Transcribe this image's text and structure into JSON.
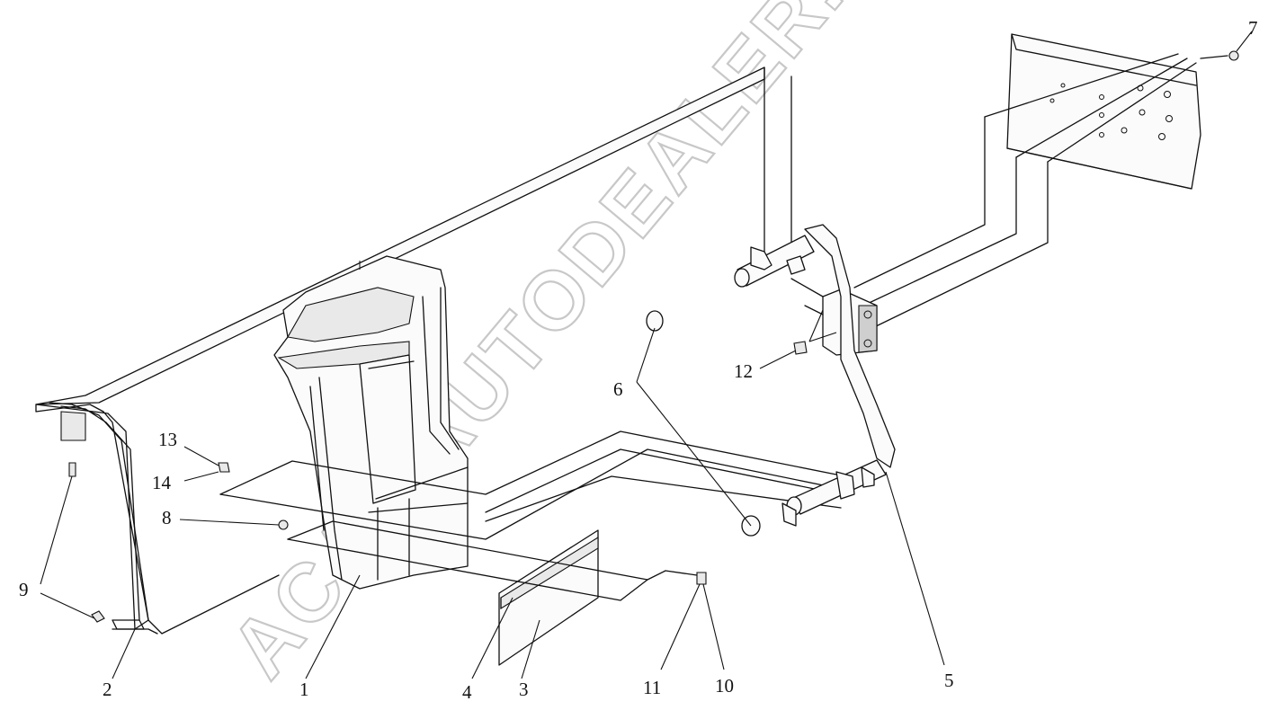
{
  "watermark": "ACAT-AUTODEALER.RU",
  "callouts": {
    "c1": "1",
    "c2": "2",
    "c3": "3",
    "c4": "4",
    "c5": "5",
    "c6": "6",
    "c7": "7",
    "c8": "8",
    "c9": "9",
    "c10": "10",
    "c11": "11",
    "c12": "12",
    "c13": "13",
    "c14": "14"
  },
  "colors": {
    "line": "#111111",
    "watermark": "#c8c8c8",
    "background": "#ffffff"
  }
}
